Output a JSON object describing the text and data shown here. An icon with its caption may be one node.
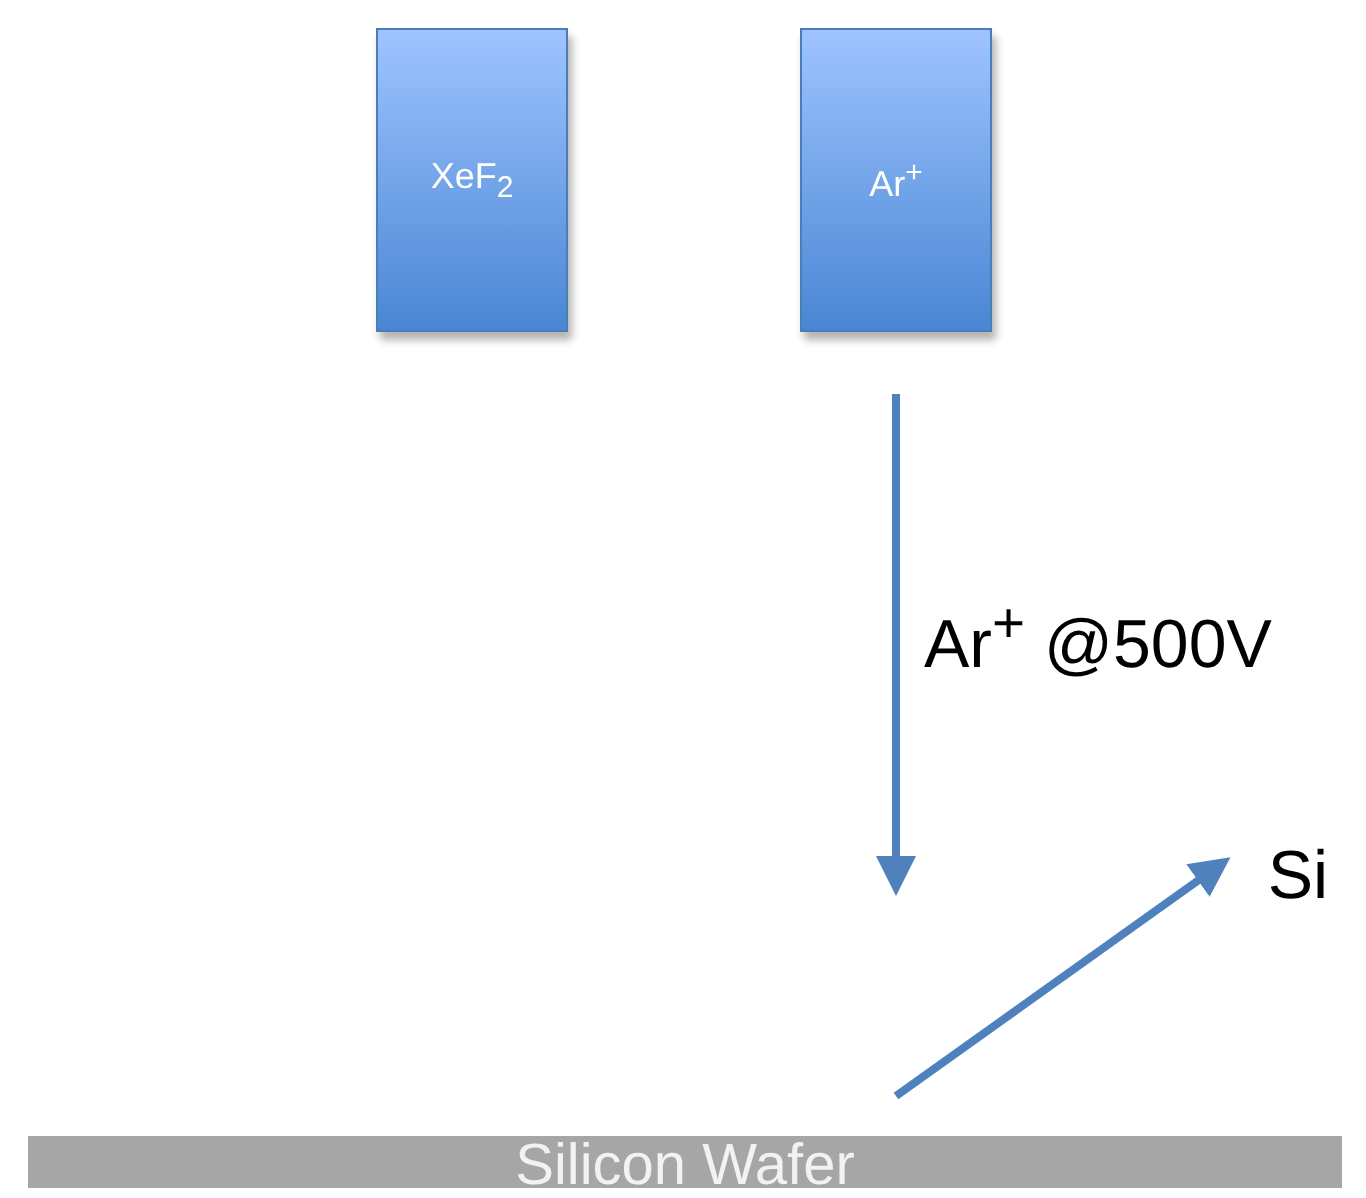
{
  "diagram": {
    "nodes": [
      {
        "text": [
          "XeF$_{2}$"
        ]
      },
      {
        "text": [
          "Ar$^{+}$"
        ]
      },
      {
        "text": [
          "Silicon Wafer"
        ]
      },
      {
        "text": [
          "Si"
        ]
      }
    ],
    "edges": [
      {
        "from": 1,
        "to": null,
        "arrow": "to",
        "label": "Ar$^{+}$ @500V"
      },
      {
        "from": 2,
        "to": 3,
        "arrow": "to"
      }
    ]
  }
}
